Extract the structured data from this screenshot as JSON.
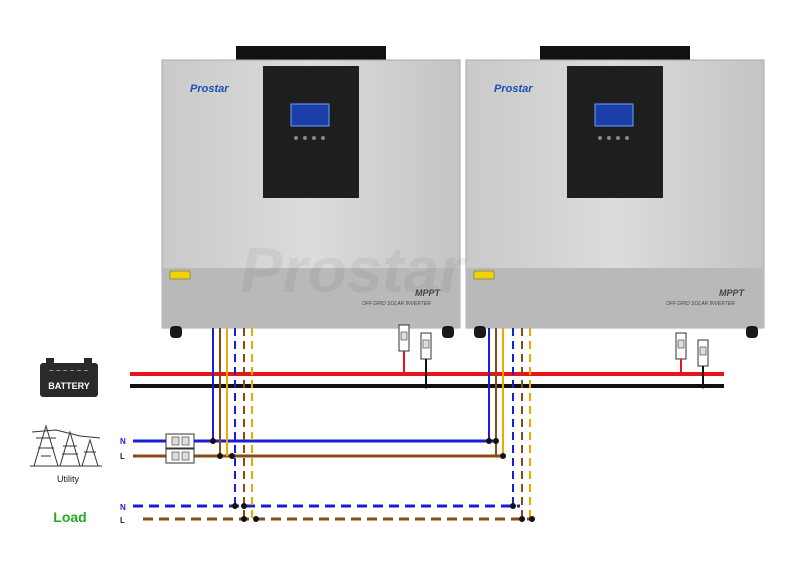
{
  "inverters": [
    {
      "brand": "Prostar",
      "model": "MPPT",
      "subtitle": "OFF GRID SOLAR INVERTER"
    },
    {
      "brand": "Prostar",
      "model": "MPPT",
      "subtitle": "OFF GRID SOLAR INVERTER"
    }
  ],
  "watermark": "Prostar",
  "battery": {
    "label": "BATTERY"
  },
  "utility": {
    "label": "Utility",
    "n": "N",
    "l": "L"
  },
  "load": {
    "label": "Load",
    "n": "N",
    "l": "L"
  },
  "colors": {
    "positive": "#e8141a",
    "negative": "#111111",
    "neutral": "#1a1fd6",
    "live": "#8a4a14",
    "ground": "#f2a700",
    "load_label": "#22aa22",
    "brand": "#1a4fb0"
  }
}
